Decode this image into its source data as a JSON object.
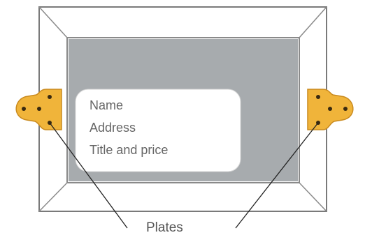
{
  "label_card": {
    "lines": [
      "Name",
      "Address",
      "Title and price"
    ]
  },
  "callout": {
    "text": "Plates"
  },
  "colors": {
    "frame_fill": "#ffffff",
    "frame_stroke": "#7a7a7a",
    "canvas": "#a7abae",
    "label_card": "#ffffff",
    "plate": "#f0b43a",
    "plate_stroke": "#c98a1e",
    "screw": "#3a2a10",
    "leader_line": "#222222"
  }
}
